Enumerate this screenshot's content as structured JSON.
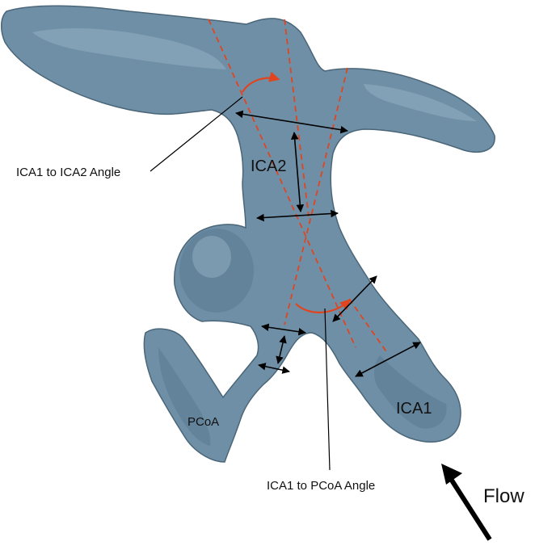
{
  "labels": {
    "ica2": "ICA2",
    "ica1": "ICA1",
    "pcoa": "PCoA",
    "angle_ica1_ica2": "ICA1 to ICA2 Angle",
    "angle_ica1_pcoa": "ICA1 to PCoA Angle",
    "flow": "Flow"
  },
  "colors": {
    "vessel": "#6f8fa6",
    "centerline": "#e0451f",
    "measurement": "#000000"
  }
}
